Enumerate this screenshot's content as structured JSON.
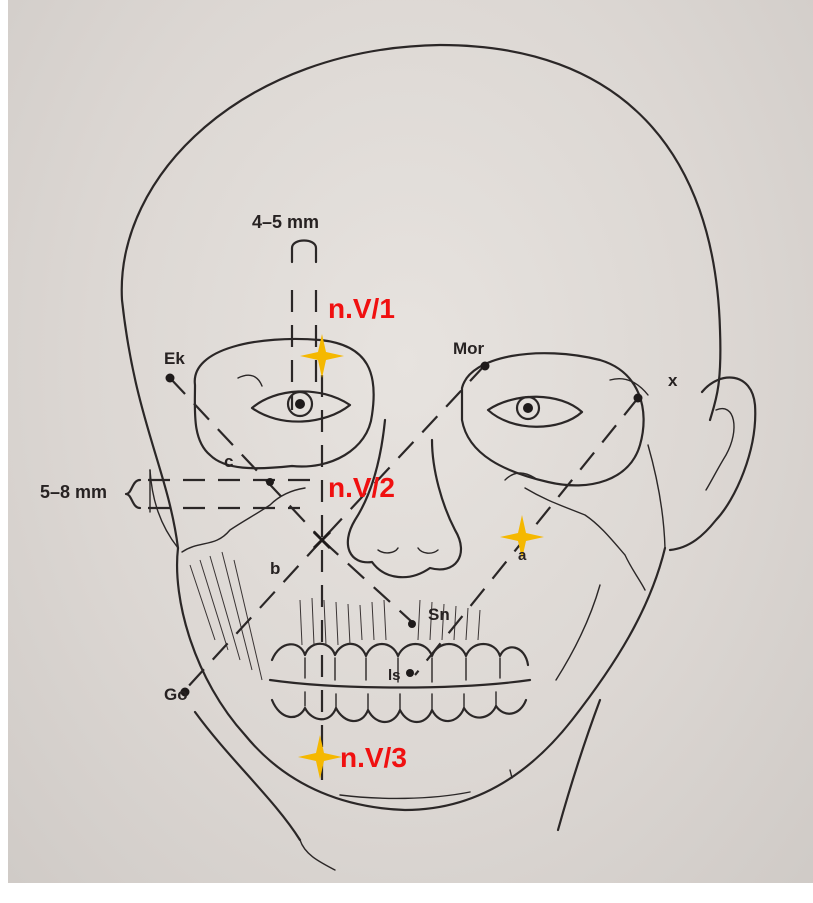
{
  "diagram": {
    "measurements": {
      "top_width": "4–5 mm",
      "side_offset": "5–8 mm"
    },
    "landmarks": {
      "ek": "Ek",
      "mor": "Mor",
      "x": "x",
      "c": "c",
      "b": "b",
      "a": "a",
      "sn": "Sn",
      "ls": "ls",
      "go": "Go"
    },
    "nerve_points": [
      {
        "label": "n.V/1"
      },
      {
        "label": "n.V/2"
      },
      {
        "label": "n.V/3"
      }
    ],
    "colors": {
      "nerve_label": "#f01010",
      "star_marker": "#f5b800",
      "line_art": "#2b2727",
      "background": "#ddd8d4"
    }
  }
}
